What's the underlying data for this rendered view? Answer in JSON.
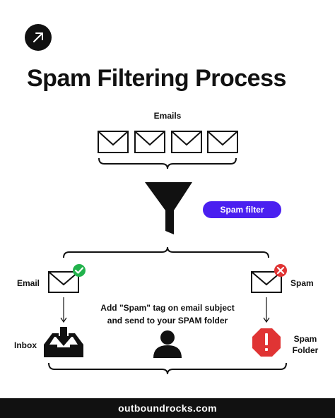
{
  "header": {
    "logo_icon": "arrow-up-right-icon",
    "title": "Spam Filtering Process"
  },
  "diagram": {
    "emails_label": "Emails",
    "filter_label": "Spam filter",
    "filter_color": "#4a1ff0",
    "left_branch": {
      "label": "Email",
      "status_icon": "green-check-icon",
      "status_color": "#22b24c",
      "destination_label": "Inbox",
      "destination_icon": "inbox-icon"
    },
    "right_branch": {
      "label": "Spam",
      "status_icon": "red-x-icon",
      "status_color": "#e03434",
      "destination_label_line1": "Spam",
      "destination_label_line2": "Folder",
      "destination_icon": "warning-octagon-icon"
    },
    "center": {
      "text_line1": "Add \"Spam\" tag on email subject",
      "text_line2": "and send to your SPAM folder",
      "icon": "user-icon"
    }
  },
  "footer": {
    "text": "outboundrocks.com"
  }
}
